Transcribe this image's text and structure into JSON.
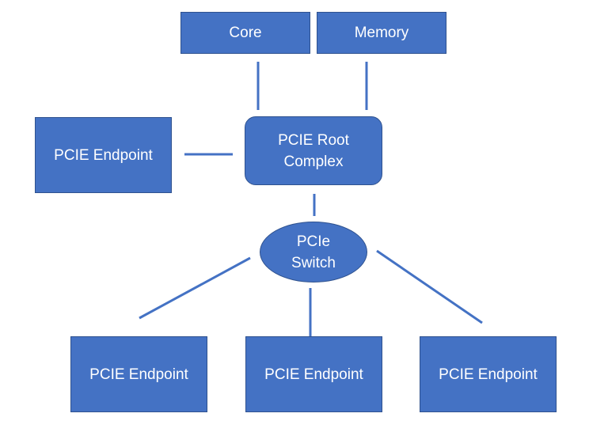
{
  "diagram": {
    "nodes": {
      "core": {
        "label": "Core"
      },
      "memory": {
        "label": "Memory"
      },
      "root_complex": {
        "line1": "PCIE Root",
        "line2": "Complex"
      },
      "left_endpoint": {
        "label": "PCIE Endpoint"
      },
      "switch": {
        "line1": "PCIe",
        "line2": "Switch"
      },
      "endpoint_1": {
        "label": "PCIE Endpoint"
      },
      "endpoint_2": {
        "label": "PCIE Endpoint"
      },
      "endpoint_3": {
        "label": "PCIE Endpoint"
      }
    },
    "colors": {
      "box_fill": "#4472C4",
      "box_border": "#2F528F",
      "connector": "#4472C4",
      "text": "#FFFFFF"
    }
  }
}
